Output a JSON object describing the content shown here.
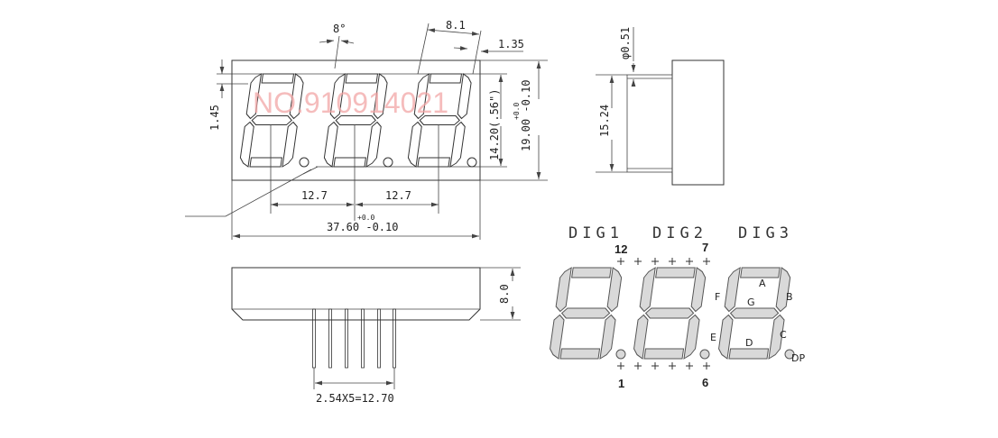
{
  "watermark": "NO.910914021",
  "front_view": {
    "angle": "8°",
    "segment_width": "8.1",
    "slant_offset": "1.35",
    "top_margin": "1.45",
    "digit_height": "14.20(.56\")",
    "height_tol_plus": "+0.0",
    "height": "19.00 -0.10",
    "pitch_left": "12.7",
    "pitch_right": "12.7",
    "width_tol_plus": "+0.0",
    "width": "37.60 -0.10"
  },
  "side_view": {
    "pin_diameter": "φ0.51",
    "pin_row_spacing": "15.24"
  },
  "bottom_view": {
    "depth": "8.0",
    "pin_spacing": "2.54X5=12.70"
  },
  "schematic": {
    "digit_labels": [
      "DIG1",
      "DIG2",
      "DIG3"
    ],
    "pin_labels": {
      "top_left": "12",
      "top_right": "7",
      "bottom_left": "1",
      "bottom_right": "6"
    },
    "segment_labels": {
      "a": "A",
      "b": "B",
      "c": "C",
      "d": "D",
      "e": "E",
      "f": "F",
      "g": "G",
      "dp": "DP"
    },
    "segment_fill": "#d9d9d9",
    "segment_stroke": "#555555"
  }
}
